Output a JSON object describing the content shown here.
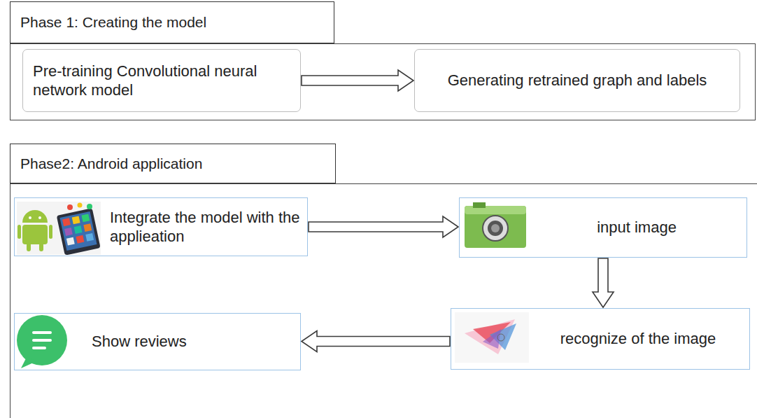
{
  "diagram": {
    "nodes": [
      {
        "text": [
          "Phase 1: Creating the model"
        ]
      },
      {
        "text": [
          "Pre-training Convolutional neural network model"
        ],
        "in": 0
      },
      {
        "text": [
          "Generating retrained graph and labels"
        ],
        "in": 0
      },
      {
        "text": [
          "Phase2: Android application"
        ]
      },
      {
        "text": [
          "Integrate the model with the applieation"
        ],
        "in": 3
      },
      {
        "text": [
          "input image"
        ],
        "in": 3
      },
      {
        "text": [
          "recognize of the image"
        ],
        "in": 3
      },
      {
        "text": [
          "Show reviews"
        ],
        "in": 3
      }
    ],
    "edges": [
      {
        "from": 1,
        "to": 2,
        "arrow": "to"
      },
      {
        "from": 4,
        "to": 5,
        "arrow": "to"
      },
      {
        "from": 5,
        "to": 6,
        "arrow": "to"
      },
      {
        "from": 6,
        "to": 7,
        "arrow": "to"
      }
    ]
  }
}
